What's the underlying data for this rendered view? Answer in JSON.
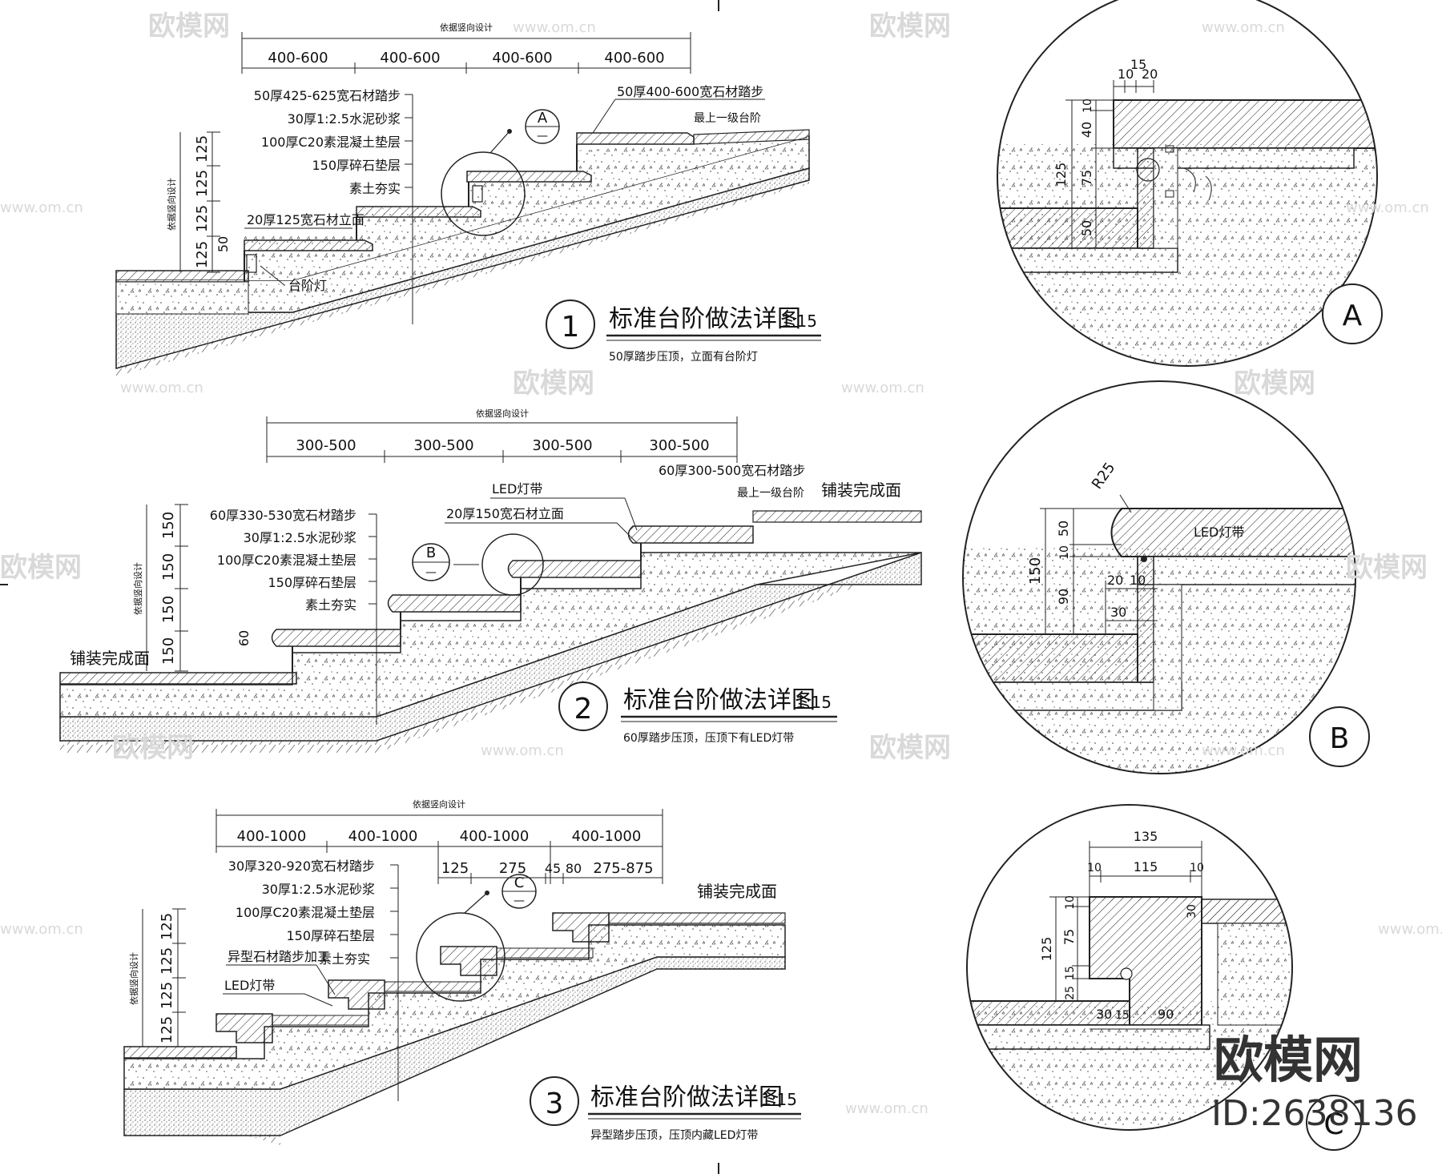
{
  "watermark": {
    "brand": "欧模网",
    "url": "www.om.cn"
  },
  "brand_mark": {
    "name": "欧模网",
    "id": "ID:2638136"
  },
  "detail1": {
    "number": "1",
    "title": "标准台阶做法详图",
    "scale": "1:15",
    "subtitle": "50厚踏步压顶，立面有台阶灯",
    "top_note": "依据竖向设计",
    "side_note": "依据竖向设计",
    "tread_dims": [
      "400-600",
      "400-600",
      "400-600",
      "400-600"
    ],
    "riser_dims": [
      "125",
      "125",
      "125",
      "125"
    ],
    "small_dim": "50",
    "layers": [
      "50厚425-625宽石材踏步",
      "30厚1:2.5水泥砂浆",
      "100厚C20素混凝土垫层",
      "150厚碎石垫层",
      "素土夯实"
    ],
    "riser_label": "20厚125宽石材立面",
    "lamp_label": "台阶灯",
    "top_step_label": "50厚400-600宽石材踏步",
    "top_step_note": "最上一级台阶",
    "callout": "A"
  },
  "detail2": {
    "number": "2",
    "title": "标准台阶做法详图",
    "scale": "1:15",
    "subtitle": "60厚踏步压顶，压顶下有LED灯带",
    "top_note": "依据竖向设计",
    "side_note": "依据竖向设计",
    "tread_dims": [
      "300-500",
      "300-500",
      "300-500",
      "300-500"
    ],
    "riser_dims": [
      "150",
      "150",
      "150",
      "150"
    ],
    "small_dim": "60",
    "layers": [
      "60厚330-530宽石材踏步",
      "30厚1:2.5水泥砂浆",
      "100厚C20素混凝土垫层",
      "150厚碎石垫层",
      "素土夯实"
    ],
    "led_label": "LED灯带",
    "riser_label": "20厚150宽石材立面",
    "top_step_label": "60厚300-500宽石材踏步",
    "top_step_note": "最上一级台阶",
    "paving_label": "铺装完成面",
    "callout": "B"
  },
  "detail3": {
    "number": "3",
    "title": "标准台阶做法详图",
    "scale": "1:15",
    "subtitle": "异型踏步压顶，压顶内藏LED灯带",
    "top_note": "依据竖向设计",
    "side_note": "依据竖向设计",
    "tread_dims": [
      "400-1000",
      "400-1000",
      "400-1000",
      "400-1000"
    ],
    "sub_dims": [
      "125",
      "275",
      "45",
      "80",
      "275-875"
    ],
    "riser_dims": [
      "125",
      "125",
      "125",
      "125"
    ],
    "layers": [
      "30厚320-920宽石材踏步",
      "30厚1:2.5水泥砂浆",
      "100厚C20素混凝土垫层",
      "150厚碎石垫层",
      "素土夯实"
    ],
    "special_label": "异型石材踏步加工",
    "led_label": "LED灯带",
    "paving_label": "铺装完成面",
    "callout": "C"
  },
  "detailA": {
    "label": "A",
    "dims_top": [
      "10",
      "15",
      "20"
    ],
    "dims_left": [
      "125",
      "10",
      "40",
      "75",
      "50"
    ]
  },
  "detailB": {
    "label": "B",
    "radius": "R25",
    "led_label": "LED灯带",
    "dims_left": [
      "150",
      "50",
      "10",
      "90"
    ],
    "dims_mid": [
      "20",
      "10",
      "30"
    ]
  },
  "detailC": {
    "label": "C",
    "dims_top": [
      "135",
      "10",
      "115",
      "10"
    ],
    "dims_left": [
      "125",
      "10",
      "75",
      "15",
      "25"
    ],
    "dims_in": [
      "30",
      "30",
      "15",
      "90"
    ]
  }
}
